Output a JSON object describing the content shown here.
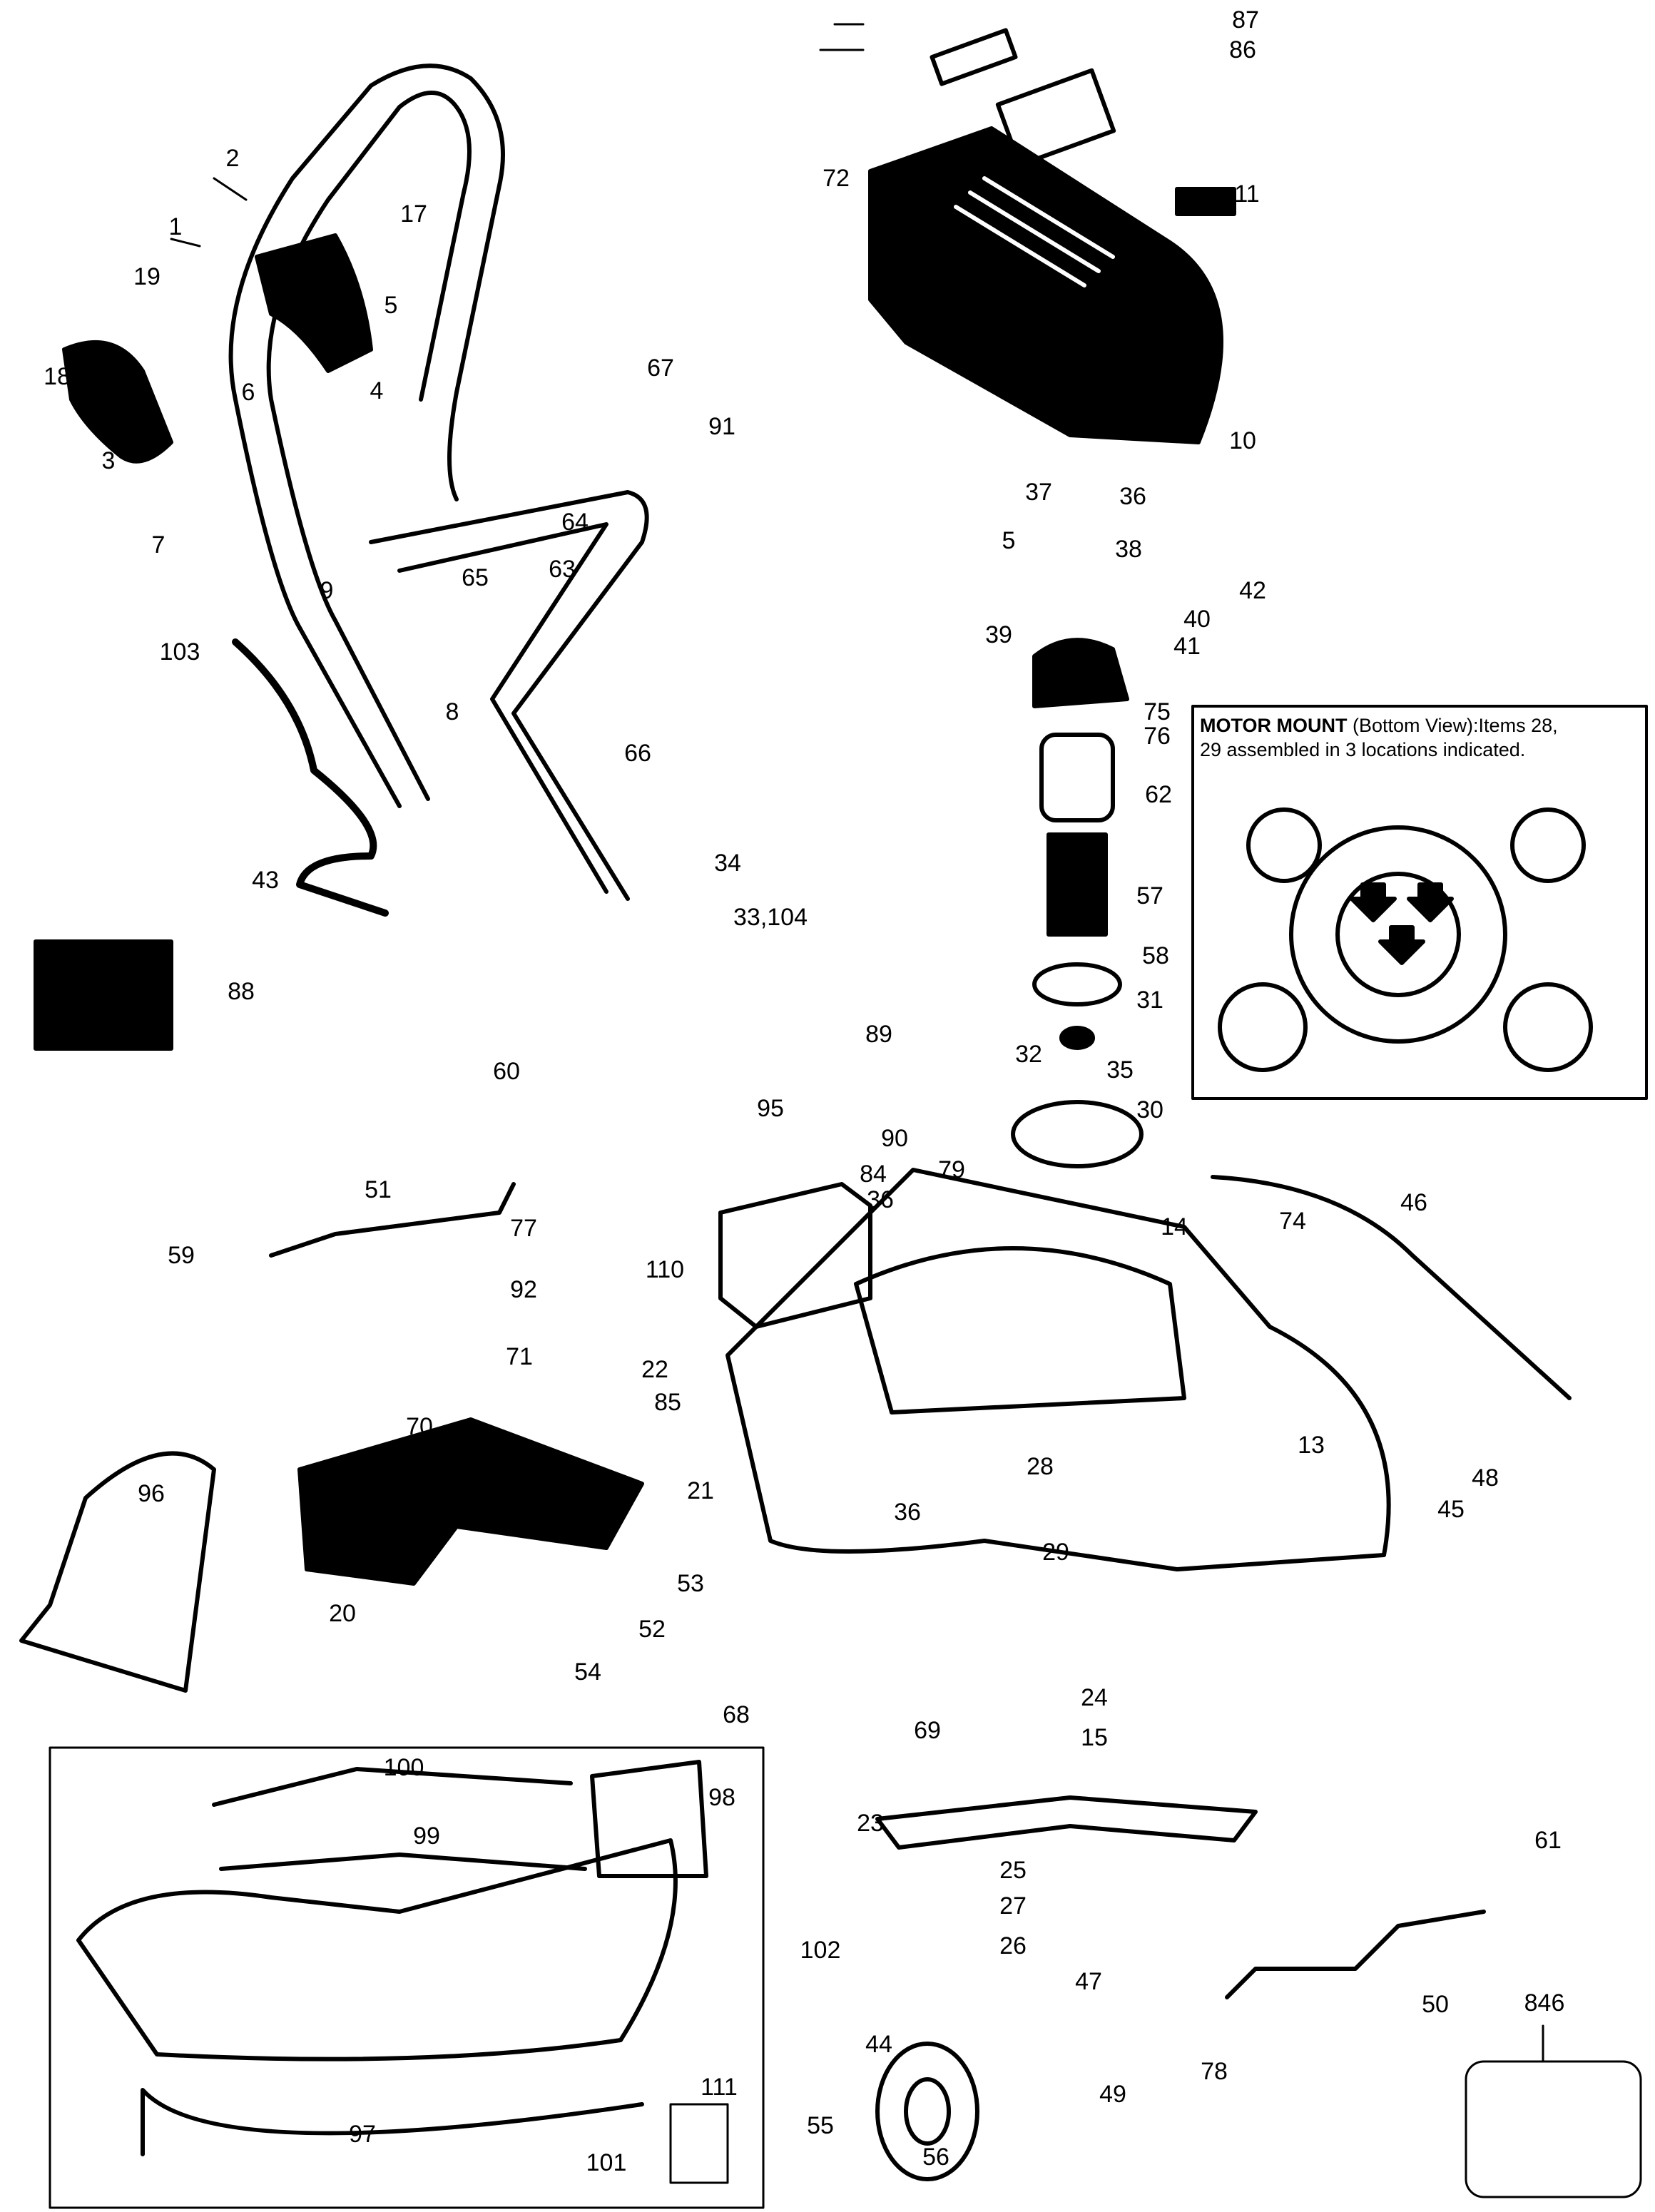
{
  "title": "Lawn Mower Exploded Parts Diagram",
  "inset": {
    "heading": "MOTOR MOUNT",
    "text_line1": "(Bottom View):Items 28,",
    "text_line2": "29 assembled in 3 locations indicated."
  },
  "callouts": [
    {
      "id": "87",
      "label": "87"
    },
    {
      "id": "86",
      "label": "86"
    },
    {
      "id": "72",
      "label": "72"
    },
    {
      "id": "11",
      "label": "11"
    },
    {
      "id": "10",
      "label": "10"
    },
    {
      "id": "2",
      "label": "2"
    },
    {
      "id": "1",
      "label": "1"
    },
    {
      "id": "17",
      "label": "17"
    },
    {
      "id": "19",
      "label": "19"
    },
    {
      "id": "5a",
      "label": "5"
    },
    {
      "id": "18",
      "label": "18"
    },
    {
      "id": "6",
      "label": "6"
    },
    {
      "id": "4",
      "label": "4"
    },
    {
      "id": "3",
      "label": "3"
    },
    {
      "id": "67",
      "label": "67"
    },
    {
      "id": "91",
      "label": "91"
    },
    {
      "id": "37",
      "label": "37"
    },
    {
      "id": "36a",
      "label": "36"
    },
    {
      "id": "5b",
      "label": "5"
    },
    {
      "id": "38",
      "label": "38"
    },
    {
      "id": "42",
      "label": "42"
    },
    {
      "id": "40",
      "label": "40"
    },
    {
      "id": "41",
      "label": "41"
    },
    {
      "id": "39",
      "label": "39"
    },
    {
      "id": "75",
      "label": "75"
    },
    {
      "id": "76",
      "label": "76"
    },
    {
      "id": "62",
      "label": "62"
    },
    {
      "id": "57",
      "label": "57"
    },
    {
      "id": "58",
      "label": "58"
    },
    {
      "id": "31",
      "label": "31"
    },
    {
      "id": "32",
      "label": "32"
    },
    {
      "id": "35",
      "label": "35"
    },
    {
      "id": "30",
      "label": "30"
    },
    {
      "id": "7",
      "label": "7"
    },
    {
      "id": "9",
      "label": "9"
    },
    {
      "id": "64",
      "label": "64"
    },
    {
      "id": "63",
      "label": "63"
    },
    {
      "id": "65",
      "label": "65"
    },
    {
      "id": "103",
      "label": "103"
    },
    {
      "id": "8",
      "label": "8"
    },
    {
      "id": "66",
      "label": "66"
    },
    {
      "id": "43",
      "label": "43"
    },
    {
      "id": "34",
      "label": "34"
    },
    {
      "id": "33_104",
      "label": "33,104"
    },
    {
      "id": "88",
      "label": "88"
    },
    {
      "id": "89",
      "label": "89"
    },
    {
      "id": "60",
      "label": "60"
    },
    {
      "id": "95",
      "label": "95"
    },
    {
      "id": "90",
      "label": "90"
    },
    {
      "id": "84",
      "label": "84"
    },
    {
      "id": "36b",
      "label": "36"
    },
    {
      "id": "79",
      "label": "79"
    },
    {
      "id": "51",
      "label": "51"
    },
    {
      "id": "77",
      "label": "77"
    },
    {
      "id": "92",
      "label": "92"
    },
    {
      "id": "59",
      "label": "59"
    },
    {
      "id": "110",
      "label": "110"
    },
    {
      "id": "14",
      "label": "14"
    },
    {
      "id": "74",
      "label": "74"
    },
    {
      "id": "46",
      "label": "46"
    },
    {
      "id": "71",
      "label": "71"
    },
    {
      "id": "22",
      "label": "22"
    },
    {
      "id": "85",
      "label": "85"
    },
    {
      "id": "13",
      "label": "13"
    },
    {
      "id": "70",
      "label": "70"
    },
    {
      "id": "28",
      "label": "28"
    },
    {
      "id": "48",
      "label": "48"
    },
    {
      "id": "45",
      "label": "45"
    },
    {
      "id": "96",
      "label": "96"
    },
    {
      "id": "21",
      "label": "21"
    },
    {
      "id": "36c",
      "label": "36"
    },
    {
      "id": "29",
      "label": "29"
    },
    {
      "id": "20",
      "label": "20"
    },
    {
      "id": "53",
      "label": "53"
    },
    {
      "id": "52",
      "label": "52"
    },
    {
      "id": "54",
      "label": "54"
    },
    {
      "id": "68",
      "label": "68"
    },
    {
      "id": "24",
      "label": "24"
    },
    {
      "id": "69",
      "label": "69"
    },
    {
      "id": "15",
      "label": "15"
    },
    {
      "id": "100",
      "label": "100"
    },
    {
      "id": "98",
      "label": "98"
    },
    {
      "id": "99",
      "label": "99"
    },
    {
      "id": "23",
      "label": "23"
    },
    {
      "id": "61",
      "label": "61"
    },
    {
      "id": "25",
      "label": "25"
    },
    {
      "id": "27",
      "label": "27"
    },
    {
      "id": "26",
      "label": "26"
    },
    {
      "id": "102",
      "label": "102"
    },
    {
      "id": "47",
      "label": "47"
    },
    {
      "id": "50",
      "label": "50"
    },
    {
      "id": "44",
      "label": "44"
    },
    {
      "id": "78",
      "label": "78"
    },
    {
      "id": "49",
      "label": "49"
    },
    {
      "id": "846",
      "label": "846"
    },
    {
      "id": "111",
      "label": "111"
    },
    {
      "id": "97",
      "label": "97"
    },
    {
      "id": "55",
      "label": "55"
    },
    {
      "id": "56",
      "label": "56"
    },
    {
      "id": "101",
      "label": "101"
    }
  ]
}
